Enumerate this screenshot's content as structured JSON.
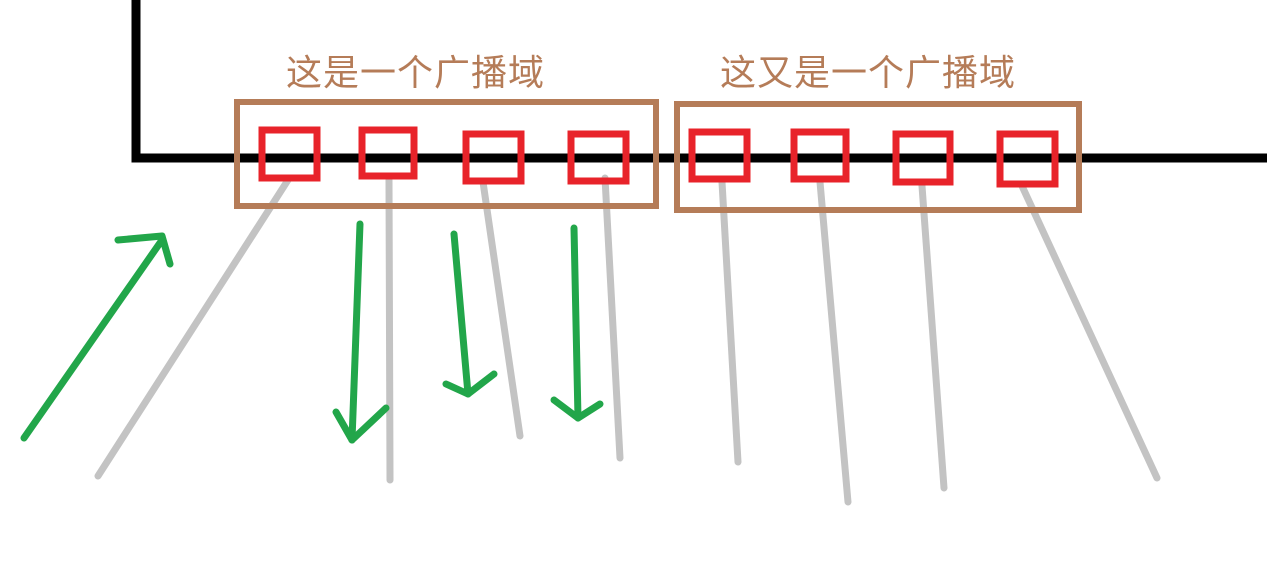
{
  "colors": {
    "background": "#ffffff",
    "network_line": "#000000",
    "domain_box": "#b57c58",
    "port": "#e8232a",
    "cable": "#c3c3c3",
    "traffic_arrow": "#22a64a"
  },
  "broadcast_domains": [
    {
      "label": "这是一个广播域",
      "port_count": 4
    },
    {
      "label": "这又是一个广播域",
      "port_count": 4
    }
  ],
  "arrows": [
    {
      "direction": "up"
    },
    {
      "direction": "down"
    },
    {
      "direction": "down"
    },
    {
      "direction": "down"
    }
  ]
}
